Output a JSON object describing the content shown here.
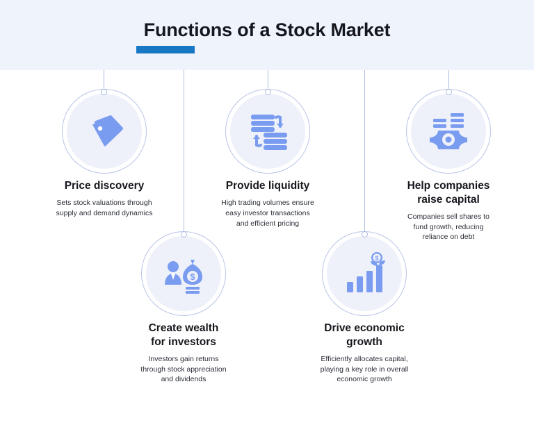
{
  "header": {
    "title": "Functions of a Stock Market",
    "accent_color": "#1878c4",
    "band_color": "#eff3fc"
  },
  "theme": {
    "icon_color": "#7a9cf0",
    "ring_color": "#b9c5e8",
    "disc_color": "#eef1f9",
    "connector_color": "#aebbe4",
    "title_color": "#15171c",
    "body_color": "#2b2f38",
    "page_background": "#ffffff"
  },
  "items": [
    {
      "id": "price-discovery",
      "icon": "price-tag-icon",
      "title": "Price discovery",
      "description": "Sets stock valuations through\nsupply and demand dynamics",
      "row": "top"
    },
    {
      "id": "create-wealth",
      "icon": "investor-money-bag-icon",
      "title": "Create wealth\nfor investors",
      "description": "Investors gain returns\nthrough stock appreciation\nand dividends",
      "row": "bottom"
    },
    {
      "id": "provide-liquidity",
      "icon": "coin-stack-exchange-icon",
      "title": "Provide liquidity",
      "description": "High trading volumes ensure\neasy investor transactions\nand efficient pricing",
      "row": "top"
    },
    {
      "id": "drive-economic-growth",
      "icon": "growth-chart-plant-icon",
      "title": "Drive economic\ngrowth",
      "description": "Efficiently allocates capital,\nplaying a key role in overall\neconomic growth",
      "row": "bottom"
    },
    {
      "id": "help-companies-raise-capital",
      "icon": "banknote-coins-icon",
      "title": "Help companies\nraise capital",
      "description": "Companies sell shares to\nfund growth, reducing\nreliance on debt",
      "row": "top"
    }
  ]
}
